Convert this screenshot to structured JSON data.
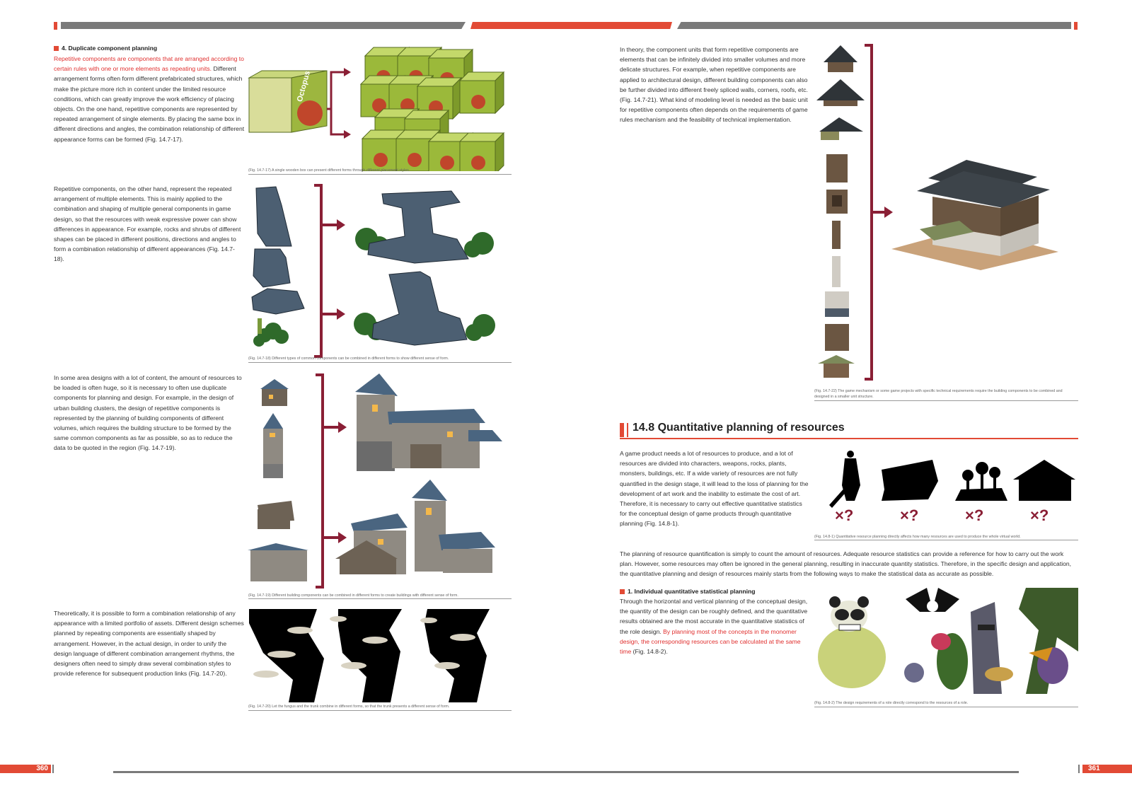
{
  "left_page": {
    "page_number": "360",
    "section4": {
      "heading": "4. Duplicate component planning",
      "p1_highlight": "Repetitive components are components that are arranged according to certain rules with one or more elements as repeating units.",
      "p1_rest": " Different arrangement forms often form different prefabricated structures, which make the picture more rich in content under the limited resource conditions, which can greatly improve the work efficiency of placing objects. On the one hand, repetitive components are represented by repeated arrangement of single elements. By placing the same box in different directions and angles, the combination relationship of different appearance forms can be formed (Fig. 14.7-17).",
      "box_label": "Octopus",
      "fig17_caption": "(Fig. 14.7-17) A single wooden box can present different forms through different placement styles."
    },
    "para2": "Repetitive components, on the other hand, represent the repeated arrangement of multiple elements. This is mainly applied to the combination and shaping of multiple general components in game design, so that the resources with weak expressive power can show differences in appearance. For example, rocks and shrubs of different shapes can be placed in different positions, directions and angles to form a combination relationship of different appearances (Fig. 14.7-18).",
    "fig18_caption": "(Fig. 14.7-18) Different types of common components can be combined in different forms to show different sense of form.",
    "para3": "In some area designs with a lot of content, the amount of resources to be loaded is often huge, so it is necessary to often use duplicate components for planning and design. For example, in the design of urban building clusters, the design of repetitive components is represented by the planning of building components of different volumes, which requires the building structure to be formed by the same common components as far as possible, so as to reduce the data to be quoted in the region (Fig. 14.7-19).",
    "fig19_caption": "(Fig. 14.7-19) Different building components can be combined in different forms to create buildings with different sense of form.",
    "para4": "Theoretically, it is possible to form a combination relationship of any appearance with a limited portfolio of assets. Different design schemes planned by repeating components are essentially shaped by arrangement. However, in the actual design, in order to unify the design language of different combination arrangement rhythms, the designers often need to simply draw several combination styles to provide reference for subsequent production links (Fig. 14.7-20).",
    "fig20_caption": "(Fig. 14.7-20) Let the fungus and the trunk combine in different forms, so that the trunk presents a different sense of form."
  },
  "right_page": {
    "page_number": "361",
    "para1": "In theory, the component units that form repetitive components are elements that can be infinitely divided into smaller volumes and more delicate structures. For example, when repetitive components are applied to architectural design, different building components can also be further divided into different freely spliced walls, corners, roofs, etc. (Fig. 14.7-21). What kind of modeling level is needed as the basic unit for repetitive components often depends on the requirements of game rules mechanism and the feasibility of technical implementation.",
    "fig22_caption": "(Fig. 14.7-22) The game mechanism or some game projects with specific technical requirements require the building components to be combined and designed in a smaller unit structure.",
    "section_title": "14.8 Quantitative planning of resources",
    "para2": "A game product needs a lot of resources to produce, and a lot of resources are divided into characters, weapons, rocks, plants, monsters, buildings, etc. If a wide variety of resources are not fully quantified in the design stage, it will lead to the loss of planning for the development of art work and the inability to estimate the cost of art. Therefore, it is necessary to carry out effective quantitative statistics for the conceptual design of game products through quantitative planning (Fig. 14.8-1).",
    "multiplier_label": "×?",
    "fig81_caption": "(Fig. 14.8-1) Quantitative resource planning directly affects how many resources are used to produce the whole virtual world.",
    "para3": "The planning of resource quantification is simply to count the amount of resources. Adequate resource statistics can provide a reference for how to carry out the work plan. However, some resources may often be ignored in the general planning, resulting in inaccurate quantity statistics. Therefore, in the specific design and application, the quantitative planning and design of resources mainly starts from the following ways to make the statistical data as accurate as possible.",
    "sub1_heading": "1. Individual quantitative statistical planning",
    "sub1_text": "Through the horizontal and vertical planning of the conceptual design, the quantity of the design can be roughly defined, and the quantitative results obtained are the most accurate in the quantitative statistics of the role design.",
    "sub1_highlight": " By planning most of the concepts in the monomer design, the corresponding resources can be calculated at the same time",
    "sub1_end": " (Fig. 14.8-2).",
    "fig82_caption": "(Fig. 14.8-2) The design requirements of a role directly correspond to the resources of a role."
  },
  "colors": {
    "accent": "#e24a35",
    "bracket": "#8a1f35",
    "rule": "#7a7a7a"
  }
}
